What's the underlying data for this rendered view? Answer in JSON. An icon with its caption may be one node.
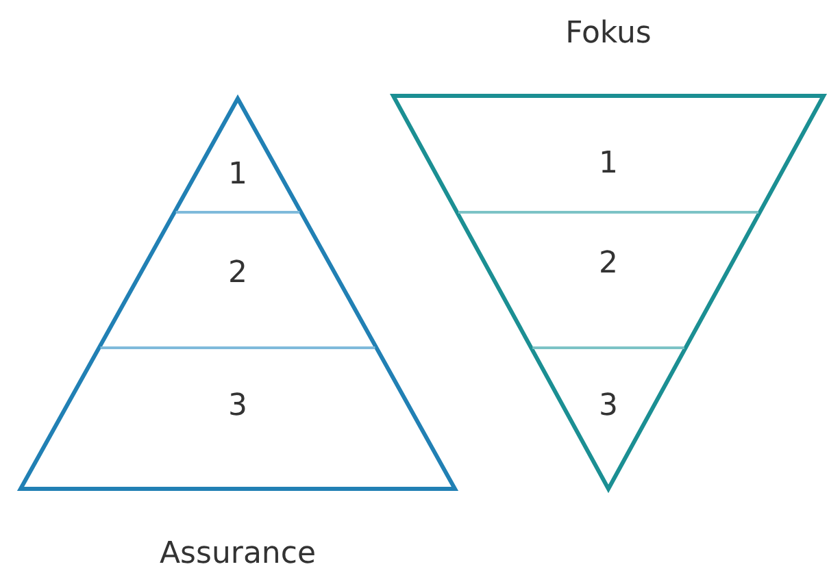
{
  "diagram": {
    "nodes": [
      {
        "text": [
          "Assurance"
        ]
      },
      {
        "text": [
          "1"
        ],
        "in": 0
      },
      {
        "text": [
          "2"
        ],
        "in": 0
      },
      {
        "text": [
          "3"
        ],
        "in": 0
      },
      {
        "text": [
          "Fokus"
        ]
      },
      {
        "text": [
          "1"
        ],
        "in": 4
      },
      {
        "text": [
          "2"
        ],
        "in": 4
      },
      {
        "text": [
          "3"
        ],
        "in": 4
      }
    ]
  }
}
